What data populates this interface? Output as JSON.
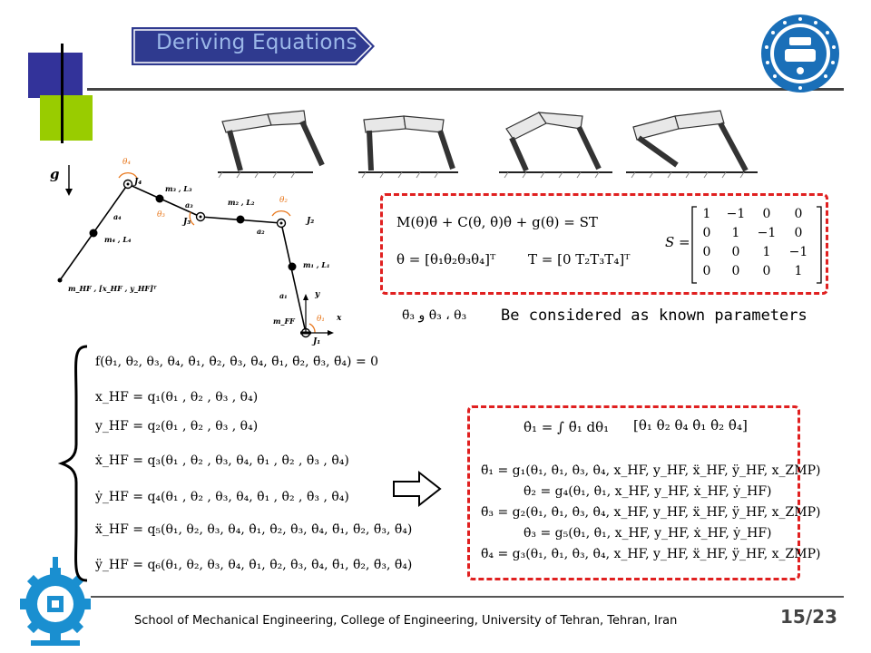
{
  "header": {
    "title": "Deriving Equations"
  },
  "diagram": {
    "gravity_label": "g",
    "theta4": "θ₄",
    "theta3": "θ₃",
    "theta2": "θ₂",
    "theta1": "θ₁",
    "j4": "J₄",
    "j3": "J₃",
    "j2": "J₂",
    "j1": "J₁",
    "m3l3": "m₃ , L₃",
    "m2l2": "m₂ , L₂",
    "m4l4": "m₄ , L₄",
    "m1l1": "m₁ , L₁",
    "a4": "a₄",
    "a3": "a₃",
    "a2": "a₂",
    "a1": "a₁",
    "mhf": "m_HF , [x_HF , y_HF]ᵀ",
    "mff": "m_FF",
    "y": "y",
    "x": "x"
  },
  "box_top": {
    "eq1": "M(θ)θ̈ + C(θ, θ̇)θ̇ + g(θ) = ST",
    "eq2": "θ = [θ₁θ₂θ₃θ₄]ᵀ",
    "eq3": "T = [0 T₂T₃T₄]ᵀ",
    "s_label": "S =",
    "matrix": [
      [
        "1",
        "−1",
        "0",
        "0"
      ],
      [
        "0",
        "1",
        "−1",
        "0"
      ],
      [
        "0",
        "0",
        "1",
        "−1"
      ],
      [
        "0",
        "0",
        "0",
        "1"
      ]
    ]
  },
  "known": {
    "vars": "θ̈₃ و θ̇₃ ، θ₃",
    "text": "Be considered as known parameters"
  },
  "left_system": [
    "f(θ₁, θ₂, θ₃, θ₄, θ̇₁, θ̇₂, θ̇₃, θ̇₄, θ̈₁, θ̈₂, θ̈₃, θ̈₄) = 0",
    "x_HF = q₁(θ₁ , θ₂ , θ₃ , θ₄)",
    "y_HF = q₂(θ₁ , θ₂ , θ₃ , θ₄)",
    "ẋ_HF = q₃(θ₁ , θ₂ , θ₃, θ₄, θ̇₁ , θ̇₂ , θ̇₃ , θ̇₄)",
    "ẏ_HF = q₄(θ₁ , θ₂ , θ₃, θ₄, θ̇₁ , θ̇₂ , θ̇₃ , θ̇₄)",
    "ẍ_HF = q₅(θ₁, θ₂, θ₃, θ₄, θ̇₁, θ̇₂, θ̇₃, θ̇₄, θ̈₁, θ̈₂, θ̈₃, θ̈₄)",
    "ÿ_HF = q₆(θ₁, θ₂, θ₃, θ₄, θ̇₁, θ̇₂, θ̇₃, θ̇₄, θ̈₁, θ̈₂, θ̈₃, θ̈₄)"
  ],
  "box_bot": {
    "integral": "θ̇₁ = ∫ θ̈₁ dθ₁",
    "state": "[θ₁ θ₂ θ₄ θ̇₁ θ̇₂ θ̇₄]",
    "lines": [
      "θ̈₁ = g₁(θ₁, θ̇₁, θ̇₃, θ̇₄, x_HF, y_HF, ẍ_HF, ÿ_HF, x_ZMP)",
      "θ̇₂ = g₄(θ₁, θ̇₁, x_HF, y_HF, ẋ_HF, ẏ_HF)",
      "θ̈₃ = g₂(θ₁, θ̇₁, θ̇₃, θ̇₄, x_HF, y_HF, ẍ_HF, ÿ_HF, x_ZMP)",
      "θ̇₃ = g₅(θ₁, θ̇₁, x_HF, y_HF, ẋ_HF, ẏ_HF)",
      "θ̈₄ = g₃(θ₁, θ̇₁, θ̇₃, θ̇₄, x_HF, y_HF, ẍ_HF, ÿ_HF, x_ZMP)"
    ]
  },
  "footer": {
    "text": "School of Mechanical Engineering, College of Engineering, University of Tehran, Tehran, Iran",
    "page": "15/23"
  },
  "colors": {
    "blue_square": "#33339a",
    "green_square": "#99cc00",
    "banner": "#2f3a8f",
    "title_text": "#9bb7e8",
    "dash_red": "#e02020",
    "logo_blue": "#1a6fb8",
    "angle_orange": "#e8771c"
  }
}
